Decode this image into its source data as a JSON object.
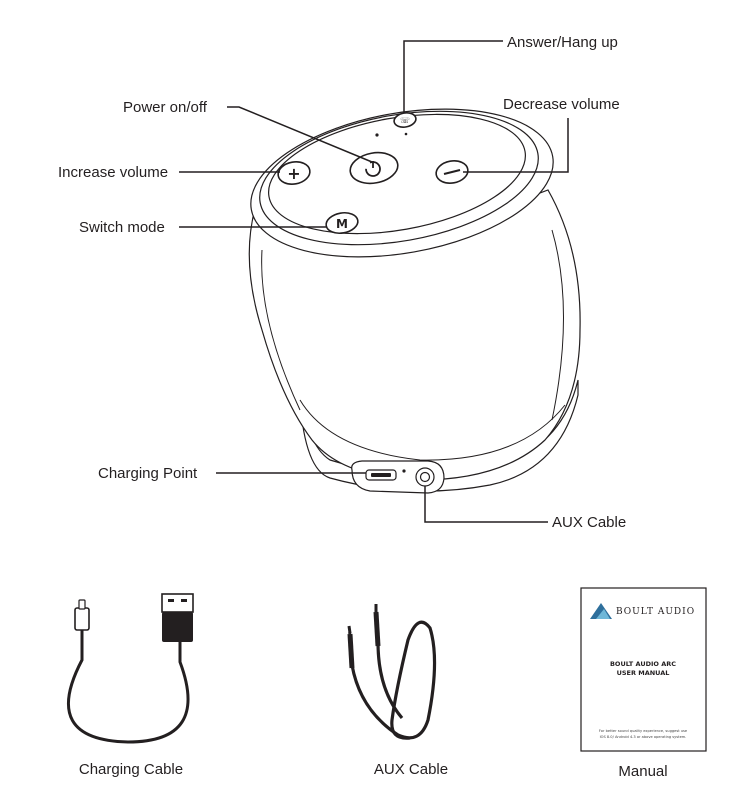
{
  "speaker_labels": {
    "answer_hang_up": "Answer/Hang up",
    "power": "Power on/off",
    "decrease_volume": "Decrease volume",
    "increase_volume": "Increase volume",
    "switch_mode": "Switch mode",
    "charging_point": "Charging Point",
    "aux_cable": "AUX Cable"
  },
  "accessories": {
    "charging_cable": "Charging Cable",
    "aux_cable": "AUX Cable",
    "manual": "Manual"
  },
  "manual_cover": {
    "brand": "BOULT AUDIO",
    "title_line1": "BOULT AUDIO ARC",
    "title_line2": "USER MANUAL",
    "note_line1": "For better sound quality experience, suggest use",
    "note_line2": "IOS 8.0/ Android 4.3 or above operating system."
  },
  "icons": {
    "power": "power-icon",
    "phone": "phone-icon",
    "plus": "plus-icon",
    "minus": "minus-icon",
    "mode": "mode-icon"
  }
}
